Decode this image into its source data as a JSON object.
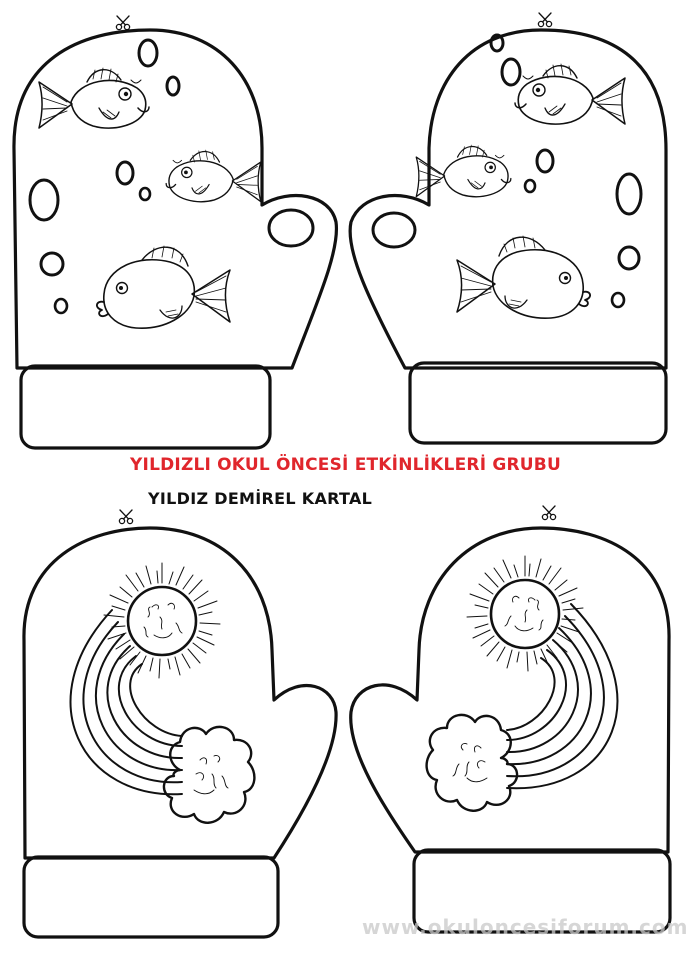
{
  "header": {
    "group_title": "YILDIZLI OKUL ÖNCESİ ETKİNLİKLERİ GRUBU",
    "author": "YILDIZ DEMİREL KARTAL"
  },
  "watermark": "www.okuloncesiforum.com",
  "colors": {
    "title_red": "#e0262c",
    "ink": "#111111",
    "watermark": "#c9c9c9"
  },
  "mittens": [
    {
      "id": "top-left",
      "theme": "fish",
      "hand": "left"
    },
    {
      "id": "top-right",
      "theme": "fish",
      "hand": "right"
    },
    {
      "id": "bottom-left",
      "theme": "rainbow-sun-cloud",
      "hand": "left"
    },
    {
      "id": "bottom-right",
      "theme": "rainbow-sun-cloud",
      "hand": "right"
    }
  ],
  "icons": [
    "scissors-icon",
    "fish-icon",
    "bubble-icon",
    "sun-icon",
    "rainbow-icon",
    "cloud-icon"
  ]
}
